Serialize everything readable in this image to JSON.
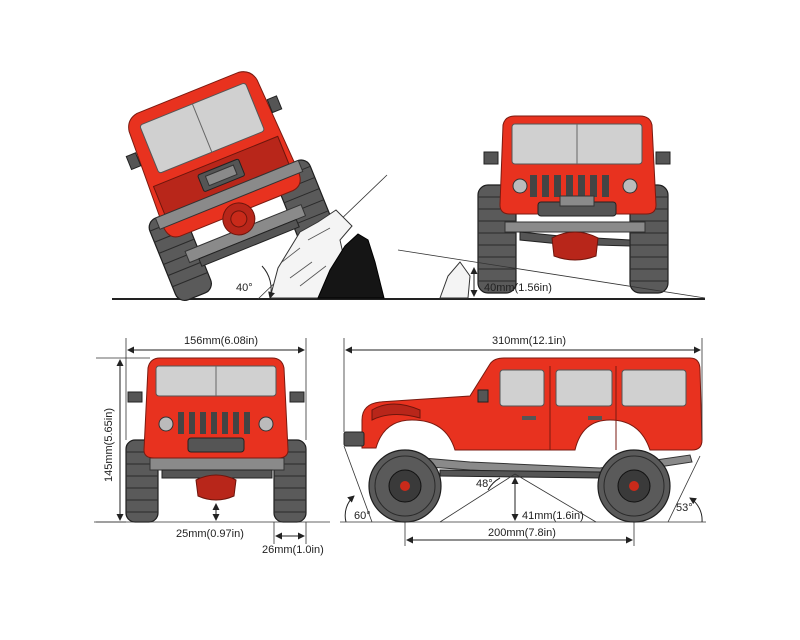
{
  "diagram": {
    "approach_tilt": {
      "angle_label": "40°"
    },
    "ground_clearance_front": {
      "label": "40mm(1.56in)"
    },
    "front_view": {
      "width_label": "156mm(6.08in)",
      "height_label": "145mm(5.65in)",
      "axle_clearance_label": "25mm(0.97in)",
      "tire_width_label": "26mm(1.0in)"
    },
    "side_view": {
      "length_label": "310mm(12.1in)",
      "wheelbase_label": "200mm(7.8in)",
      "approach_angle_label": "60°",
      "departure_angle_label": "53°",
      "breakover_angle_label": "48°",
      "belly_clearance_label": "41mm(1.6in)"
    }
  },
  "colors": {
    "body": "#e8321f",
    "glass": "#d0d0d0",
    "chassis": "#8a8a8a",
    "tire": "#5a5a5a",
    "ink": "#222222"
  }
}
